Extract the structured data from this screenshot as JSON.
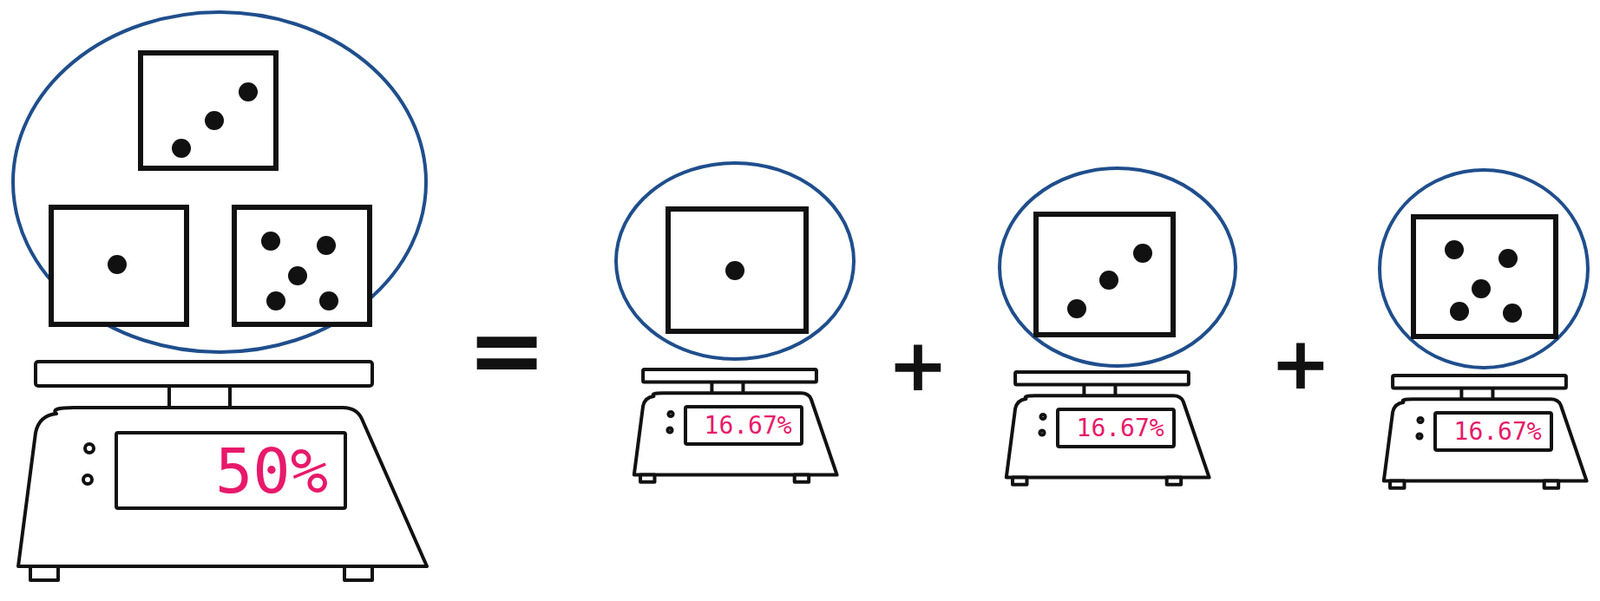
{
  "diagram": {
    "nodes": [
      {
        "text": [
          "50%"
        ]
      },
      {
        "text": [
          "16.67%"
        ]
      },
      {
        "text": [
          "16.67%"
        ]
      },
      {
        "text": [
          "16.67%"
        ]
      }
    ],
    "labels": [
      "=",
      "+",
      "+"
    ]
  }
}
